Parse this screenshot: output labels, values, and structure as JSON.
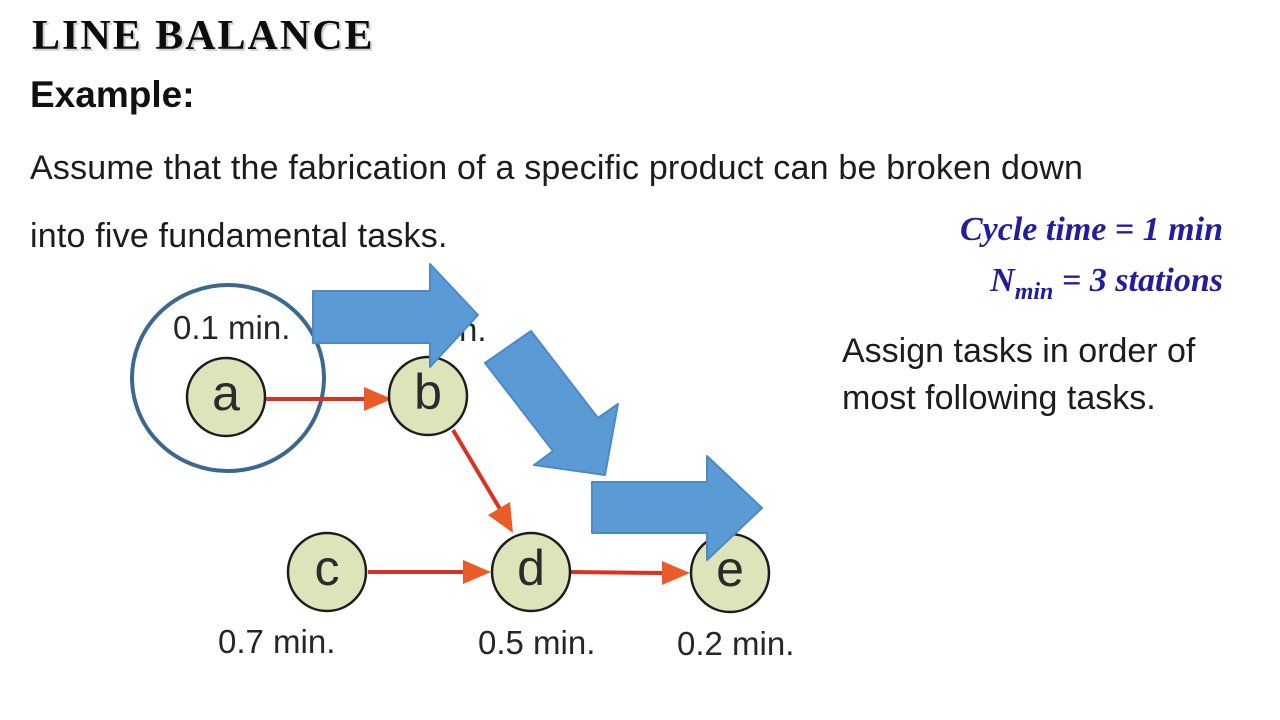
{
  "title": "LINE BALANCE",
  "example_heading": "Example:",
  "intro": {
    "line1": "Assume that the fabrication of a specific product can be broken down",
    "line2": "into five fundamental tasks."
  },
  "calc": {
    "cycle_time": "Cycle time = 1 min",
    "nmin_symbol": "N",
    "nmin_subscript": "min",
    "nmin_value": " = 3 stations"
  },
  "note": {
    "line1": "Assign tasks in order of",
    "line2": "most following tasks."
  },
  "diagram": {
    "nodes": [
      {
        "id": "a",
        "time_label": "0.1 min."
      },
      {
        "id": "b",
        "time_label_fragment": "n."
      },
      {
        "id": "c",
        "time_label": "0.7 min."
      },
      {
        "id": "d",
        "time_label": "0.5 min."
      },
      {
        "id": "e",
        "time_label": "0.2 min."
      }
    ],
    "edges": [
      {
        "from": "a",
        "to": "b"
      },
      {
        "from": "b",
        "to": "d"
      },
      {
        "from": "c",
        "to": "d"
      },
      {
        "from": "d",
        "to": "e"
      }
    ],
    "flow_arrows": [
      {
        "direction": "right"
      },
      {
        "direction": "down-right"
      },
      {
        "direction": "right"
      }
    ],
    "colors": {
      "node_fill": "#dde4ba",
      "node_stroke": "#1c1c1c",
      "edge_line": "#d93222",
      "edge_arrowhead": "#ea5b28",
      "block_arrow": "#5b9bd5",
      "block_arrow_border": "#4f88c7",
      "highlight_circle": "#3a688f",
      "calc_text": "#221d9e"
    }
  }
}
